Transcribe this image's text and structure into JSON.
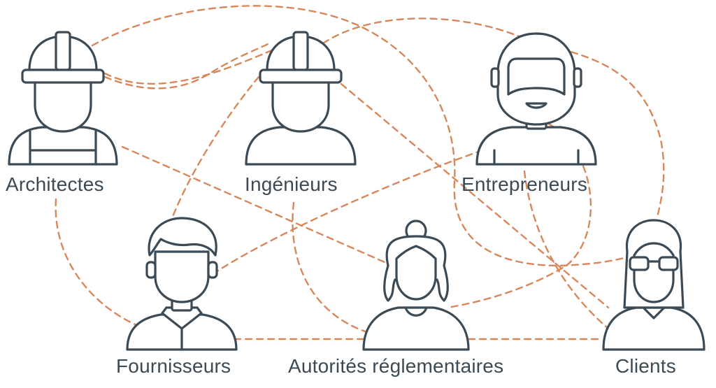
{
  "colors": {
    "connection": "#d8875a",
    "icon_stroke": "#3b4a55",
    "label": "#3b4a55",
    "background": "#ffffff"
  },
  "stakeholders": [
    {
      "label": "Architectes",
      "icon": "hard-hat-worker-overalls-icon"
    },
    {
      "label": "Ingénieurs",
      "icon": "hard-hat-worker-icon"
    },
    {
      "label": "Entrepreneurs",
      "icon": "bearded-helmet-person-icon"
    },
    {
      "label": "Fournisseurs",
      "icon": "man-collared-shirt-icon"
    },
    {
      "label": "Autorités réglementaires",
      "icon": "woman-hair-bun-icon"
    },
    {
      "label": "Clients",
      "icon": "woman-glasses-icon"
    }
  ]
}
